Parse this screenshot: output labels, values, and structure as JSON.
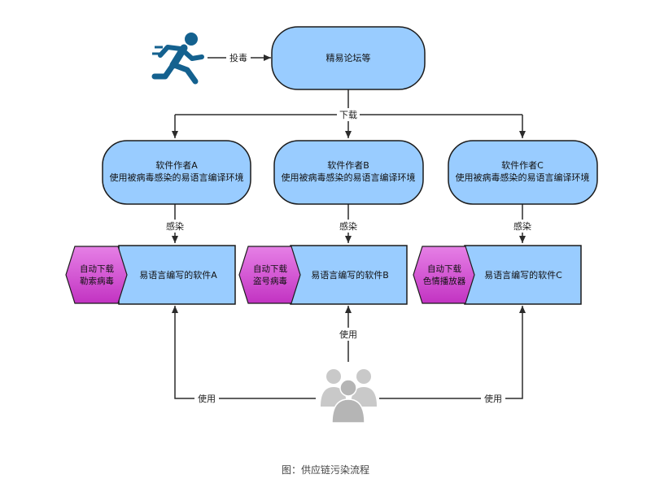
{
  "colors": {
    "node_fill": "#99CCFF",
    "node_stroke": "#1b1b1b",
    "tag_fill": "#CC33CC",
    "tag_fill_light": "#E680E6",
    "attacker_icon": "#14618F",
    "users_icon": "#BDBDBD",
    "arrow": "#2b2b2b"
  },
  "icons": {
    "attacker": "running-man-icon",
    "users": "user-group-icon"
  },
  "nodes": {
    "forum": "精易论坛等",
    "authors": [
      {
        "line1": "软件作者A",
        "line2": "使用被病毒感染的易语言编译环境"
      },
      {
        "line1": "软件作者B",
        "line2": "使用被病毒感染的易语言编译环境"
      },
      {
        "line1": "软件作者C",
        "line2": "使用被病毒感染的易语言编译环境"
      }
    ],
    "software": [
      {
        "label": "易语言编写的软件A",
        "tag_line1": "自动下载",
        "tag_line2": "勒索病毒"
      },
      {
        "label": "易语言编写的软件B",
        "tag_line1": "自动下载",
        "tag_line2": "盗号病毒"
      },
      {
        "label": "易语言编写的软件C",
        "tag_line1": "自动下载",
        "tag_line2": "色情播放器"
      }
    ]
  },
  "edge_labels": {
    "poison": "投毒",
    "download": "下载",
    "infect": "感染",
    "use": "使用"
  },
  "caption": "图：供应链污染流程"
}
